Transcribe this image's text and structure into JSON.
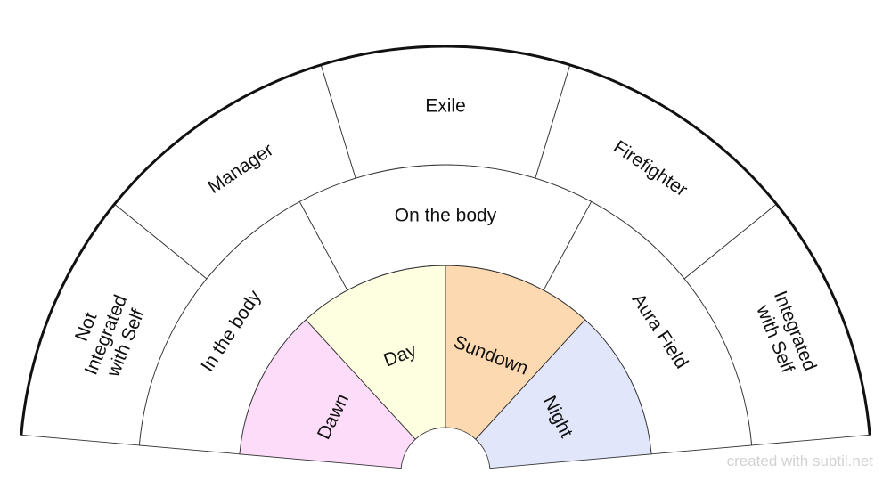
{
  "wheel": {
    "outer_ring": {
      "segments": [
        {
          "lines": [
            "Not",
            "Integrated",
            "with Self"
          ],
          "color": "#ffffff"
        },
        {
          "lines": [
            "Manager"
          ],
          "color": "#ffffff"
        },
        {
          "lines": [
            "Exile"
          ],
          "color": "#ffffff"
        },
        {
          "lines": [
            "Firefighter"
          ],
          "color": "#ffffff"
        },
        {
          "lines": [
            "Integrated",
            "with Self"
          ],
          "color": "#ffffff"
        }
      ]
    },
    "middle_ring": {
      "segments": [
        {
          "lines": [
            "In the body"
          ],
          "color": "#ffffff"
        },
        {
          "lines": [
            "On the body"
          ],
          "color": "#ffffff"
        },
        {
          "lines": [
            "Aura Field"
          ],
          "color": "#ffffff"
        }
      ]
    },
    "inner_ring": {
      "segments": [
        {
          "lines": [
            "Dawn"
          ],
          "color": "#fcdcf8"
        },
        {
          "lines": [
            "Day"
          ],
          "color": "#fefee0"
        },
        {
          "lines": [
            "Sundown"
          ],
          "color": "#fdd9b1"
        },
        {
          "lines": [
            "Night"
          ],
          "color": "#e1e6fb"
        }
      ]
    }
  },
  "credit": "created with subtil.net"
}
